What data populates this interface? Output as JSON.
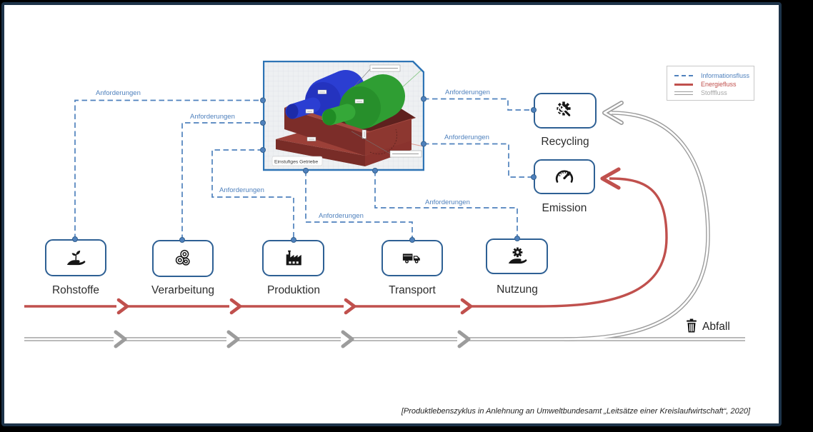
{
  "diagram": {
    "connector_label": "Anforderungen",
    "caption": "[Produktlebenszyklus in Anlehnung  an Umweltbundesamt „Leitsätze einer Kreislaufwirtschaft“, 2020]",
    "central_image": {
      "caption": "Einstufiges Getriebe"
    },
    "stages": [
      {
        "label": "Rohstoffe",
        "icon": "hand-sprout-icon"
      },
      {
        "label": "Verarbeitung",
        "icon": "rollers-icon"
      },
      {
        "label": "Produktion",
        "icon": "factory-icon"
      },
      {
        "label": "Transport",
        "icon": "truck-icon"
      },
      {
        "label": "Nutzung",
        "icon": "hand-gear-icon"
      }
    ],
    "outputs": [
      {
        "label": "Recycling",
        "icon": "gear-wrench-icon"
      },
      {
        "label": "Emission",
        "icon": "gauge-icon"
      }
    ],
    "waste": {
      "label": "Abfall",
      "icon": "trash-icon"
    },
    "legend": {
      "items": [
        {
          "label": "Informationsfluss",
          "line_style": "dashed",
          "color": "#4f81bd"
        },
        {
          "label": "Energiefluss",
          "line_style": "solid",
          "color": "#c0504d"
        },
        {
          "label": "Stofffluss",
          "line_style": "double",
          "color": "#9c9c9c"
        }
      ]
    },
    "colors": {
      "information_flow": "#4f81bd",
      "energy_flow": "#c0504d",
      "material_flow": "#9c9c9c",
      "box_border": "#2e6094",
      "page_border": "#1d3349"
    }
  }
}
